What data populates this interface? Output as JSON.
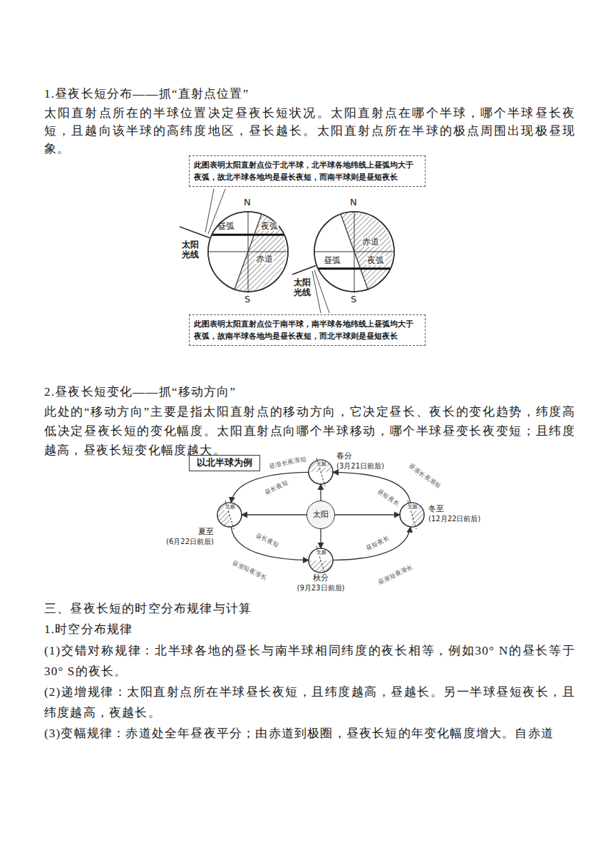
{
  "diagram": {
    "nodes": [
      {
        "text": [
          "此图表明太阳直射点位于北半球，北半球各地纬线上昼弧均大于夜弧，故北半球各地均是昼长夜短，而南半球则是昼短夜长"
        ]
      },
      {
        "text": [
          "N",
          "昼弧",
          "夜弧",
          "赤道",
          "S"
        ]
      },
      {
        "text": [
          "N",
          "赤道",
          "昼弧",
          "夜弧",
          "S"
        ]
      },
      {
        "text": [
          "此图表明太阳直射点位于南半球，南半球各地纬线上昼弧均大于夜弧，故南半球各地均是昼长夜短，而北半球则是昼短夜长"
        ]
      },
      {
        "text": [
          "以北半球为例"
        ]
      },
      {
        "text": [
          "北极",
          "春分",
          "(3月21日前后)"
        ]
      },
      {
        "text": [
          "北极",
          "夏至",
          "(6月22日前后)"
        ]
      },
      {
        "text": [
          "太阳"
        ]
      },
      {
        "text": [
          "北极",
          "冬至",
          "(12月22日前后)"
        ]
      },
      {
        "text": [
          "北极",
          "秋分",
          "(9月23日前后)"
        ]
      }
    ],
    "edges": [
      {
        "from": 7,
        "to": 5,
        "arrow": "to"
      },
      {
        "from": 7,
        "to": 6,
        "arrow": "to"
      },
      {
        "from": 7,
        "to": 8,
        "arrow": "to"
      },
      {
        "from": 7,
        "to": 9,
        "arrow": "to"
      },
      {
        "from": 8,
        "to": 5,
        "label": "昼渐长夜渐短",
        "arrow": "to"
      },
      {
        "from": 5,
        "to": 6,
        "label": "昼渐长夜渐短",
        "arrow": "to"
      },
      {
        "from": 6,
        "to": 9,
        "label": "昼渐短夜渐长",
        "arrow": "to"
      },
      {
        "from": 9,
        "to": 8,
        "label": "昼渐短夜渐长",
        "arrow": "to"
      }
    ],
    "labels": [
      "1.昼夜长短分布——抓“直射点位置”",
      "太阳直射点所在的半球位置决定昼夜长短状况。太阳直射点在哪个半球，哪个半球昼长夜短，且越向该半球的高纬度地区，昼长越长。太阳直射点所在半球的极点周围出现极昼现象。",
      "太阳 光线",
      "太阳 光线",
      "2.昼夜长短变化——抓“移动方向”",
      "此处的“移动方向”主要是指太阳直射点的移动方向，它决定昼长、夜长的变化趋势，纬度高低决定昼夜长短的变化幅度。太阳直射点向哪个半球移动，哪个半球昼变长夜变短；且纬度越高，昼夜长短变化幅度越大。",
      "昼长夜短",
      "昼短夜长",
      "昼长夜短",
      "昼短夜长",
      "三、昼夜长短的时空分布规律与计算",
      "1.时空分布规律",
      "(1)交错对称规律：北半球各地的昼长与南半球相同纬度的夜长相等，例如30° N的昼长等于30° S的夜长。",
      "(2)递增规律：太阳直射点所在半球昼长夜短，且纬度越高，昼越长。另一半球昼短夜长，且纬度越高，夜越长。",
      "(3)变幅规律：赤道处全年昼夜平分；由赤道到极圈，昼夜长短的年变化幅度增大。自赤道"
    ]
  }
}
